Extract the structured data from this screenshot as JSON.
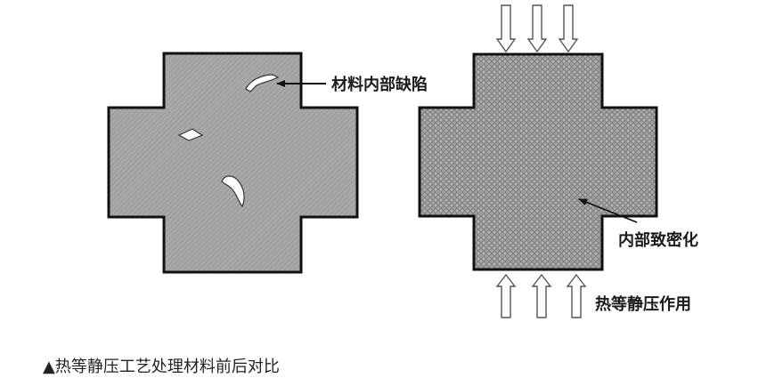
{
  "labels": {
    "defect": "材料内部缺陷",
    "densified": "内部致密化",
    "hip_action": "热等静压作用"
  },
  "caption": "▲热等静压工艺处理材料前后对比",
  "colors": {
    "before_fill": "#a8a8a8",
    "after_fill": "#9c9c9c",
    "outline": "#111111",
    "defect_fill": "#ffffff"
  },
  "icons": {
    "pressure_arrow": "hollow-arrow-icon"
  }
}
